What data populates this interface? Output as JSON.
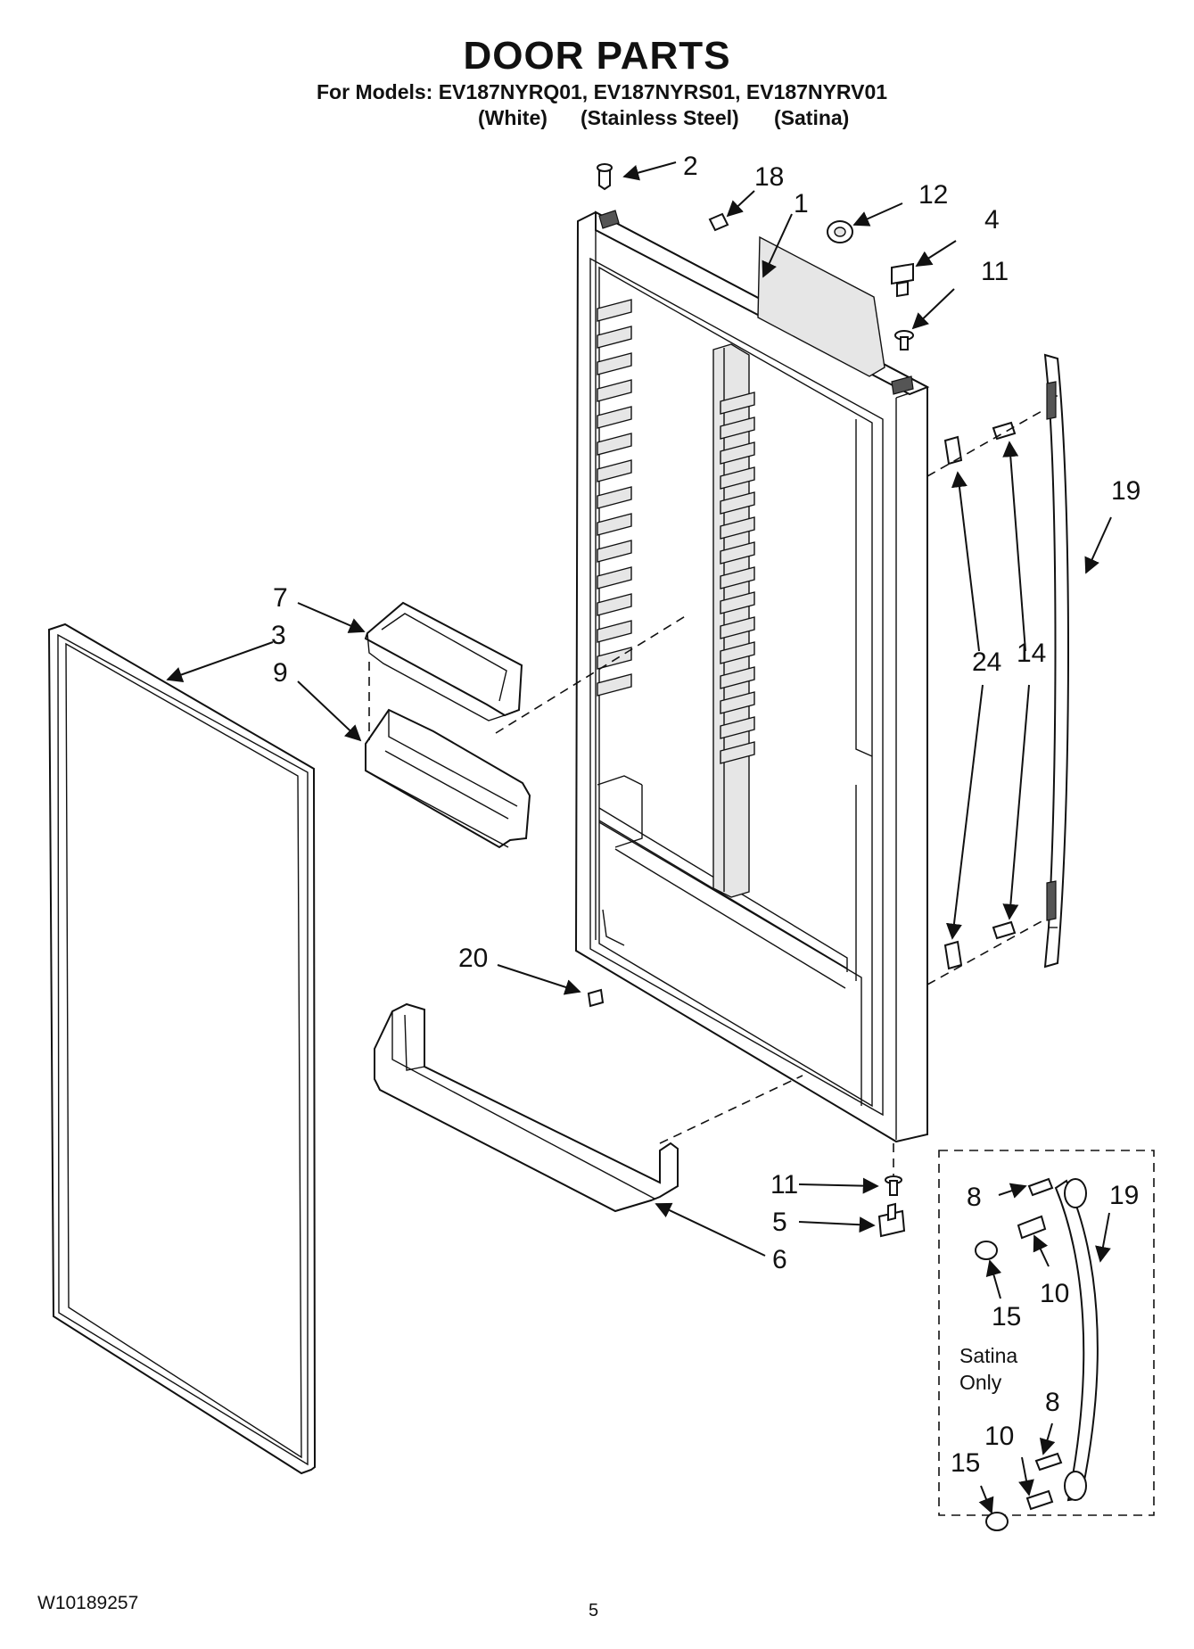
{
  "header": {
    "title": "DOOR PARTS",
    "models_line": "For Models: EV187NYRQ01, EV187NYRS01, EV187NYRV01",
    "variants": [
      "(White)",
      "(Stainless Steel)",
      "(Satina)"
    ]
  },
  "callouts": {
    "c2": "2",
    "c18": "18",
    "c1": "1",
    "c12": "12",
    "c4": "4",
    "c11a": "11",
    "c19a": "19",
    "c24": "24",
    "c14": "14",
    "c7": "7",
    "c3": "3",
    "c9": "9",
    "c20": "20",
    "c11b": "11",
    "c5": "5",
    "c6": "6",
    "i8a": "8",
    "i19": "19",
    "i10a": "10",
    "i15a": "15",
    "i8b": "8",
    "i10b": "10",
    "i15b": "15"
  },
  "inset_note": {
    "line1": "Satina",
    "line2": "Only"
  },
  "footer": {
    "doc_number": "W10189257",
    "page_number": "5"
  }
}
